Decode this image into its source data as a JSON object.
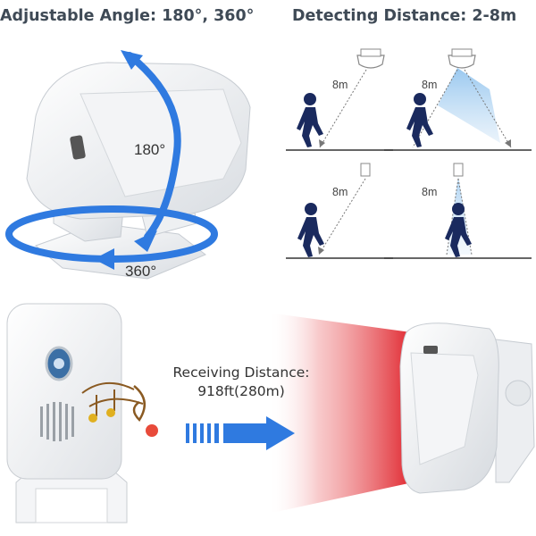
{
  "top_left": {
    "title": "Adjustable Angle: 180°, 360°",
    "label_180": "180°",
    "label_360": "360°"
  },
  "top_right": {
    "title": "Detecting Distance: 2-8m",
    "distance_labels": [
      "8m",
      "8m",
      "8m",
      "8m"
    ]
  },
  "bottom": {
    "receiving_line1": "Receiving Distance:",
    "receiving_line2": "918ft(280m)"
  },
  "colors": {
    "arrow_blue": "#2f7ae0",
    "beam_red": "#e0262e",
    "beam_light_blue": "#8ec2ee",
    "person_navy": "#1a2a5e",
    "title_gray": "#3f4a56"
  }
}
